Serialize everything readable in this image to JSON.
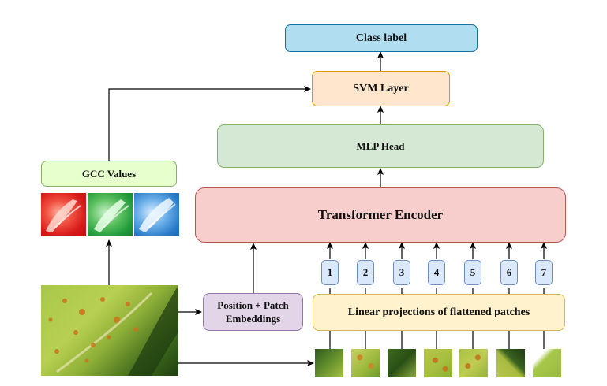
{
  "diagram": {
    "class_label": "Class label",
    "svm_layer": "SVM Layer",
    "mlp_head": "MLP Head",
    "transformer_encoder": "Transformer Encoder",
    "gcc_values": "GCC Values",
    "position_patch_line1": "Position + Patch",
    "position_patch_line2": "Embeddings",
    "linear_projections": "Linear projections of flattened patches",
    "patch_numbers": [
      "1",
      "2",
      "3",
      "4",
      "5",
      "6",
      "7"
    ]
  },
  "colors": {
    "blue_fill": "#b1ddf0",
    "blue_stroke": "#10739e",
    "orange_fill": "#ffe6cc",
    "orange_stroke": "#d79b00",
    "green_fill": "#d5e8d4",
    "green_stroke": "#82b366",
    "red_fill": "#f8cecc",
    "red_stroke": "#b85450",
    "lightgreen_fill": "#e6ffcc",
    "purple_fill": "#e1d5e7",
    "purple_stroke": "#9673a6",
    "yellow_fill": "#fff2cc",
    "yellow_stroke": "#d6b656",
    "numbox_fill": "#dae8fc"
  },
  "icons": {
    "leaf_image": "leaf-photo",
    "gcc_channels": [
      "red-channel-image",
      "green-channel-image",
      "blue-channel-image"
    ],
    "patches": [
      "patch-image-1",
      "patch-image-2",
      "patch-image-3",
      "patch-image-4",
      "patch-image-5",
      "patch-image-6",
      "patch-image-7"
    ]
  }
}
